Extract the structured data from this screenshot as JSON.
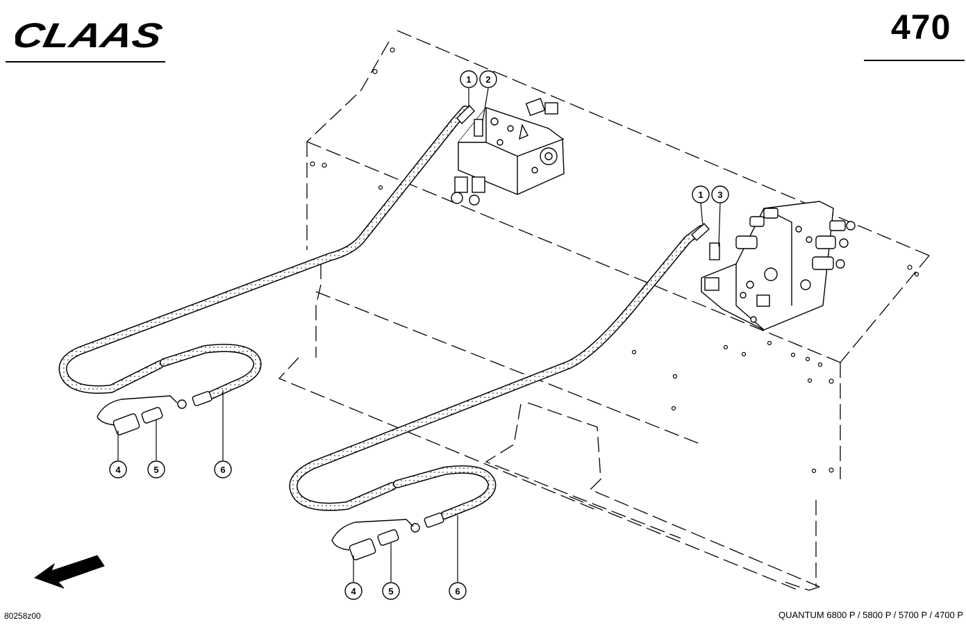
{
  "header": {
    "brand": "CLAAS",
    "page_number": "470"
  },
  "footer": {
    "drawing_id": "80258z00",
    "model_line": "QUANTUM 6800 P / 5800 P / 5700 P / 4700 P"
  },
  "callouts": {
    "c1a": "1",
    "c2": "2",
    "c1b": "1",
    "c3": "3",
    "c4a": "4",
    "c5a": "5",
    "c6a": "6",
    "c4b": "4",
    "c5b": "5",
    "c6b": "6"
  },
  "icons": {
    "direction_arrow": "arrow-down-left-icon"
  }
}
